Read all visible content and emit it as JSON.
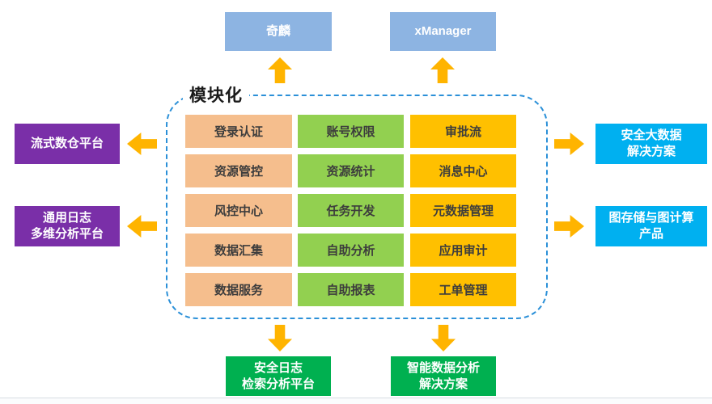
{
  "modules": {
    "label": "模块化",
    "columns": [
      {
        "name": "access-column",
        "color": "#F5BE8D",
        "items": [
          "登录认证",
          "资源管控",
          "风控中心",
          "数据汇集",
          "数据服务"
        ]
      },
      {
        "name": "data-column",
        "color": "#92D050",
        "items": [
          "账号权限",
          "资源统计",
          "任务开发",
          "自助分析",
          "自助报表"
        ]
      },
      {
        "name": "ops-column",
        "color": "#FFC000",
        "items": [
          "审批流",
          "消息中心",
          "元数据管理",
          "应用审计",
          "工单管理"
        ]
      }
    ]
  },
  "top_systems": [
    {
      "label": "奇麟"
    },
    {
      "label": "xManager"
    }
  ],
  "left_platforms": [
    {
      "lines": [
        "流式数仓平台"
      ]
    },
    {
      "lines": [
        "通用日志",
        "多维分析平台"
      ]
    }
  ],
  "right_solutions": [
    {
      "lines": [
        "安全大数据",
        "解决方案"
      ]
    },
    {
      "lines": [
        "图存储与图计算",
        "产品"
      ]
    }
  ],
  "bottom_platforms": [
    {
      "lines": [
        "安全日志",
        "检索分析平台"
      ]
    },
    {
      "lines": [
        "智能数据分析",
        "解决方案"
      ]
    }
  ],
  "colors": {
    "module_access": "#F5BE8D",
    "module_data": "#92D050",
    "module_ops": "#FFC000",
    "top_box": "#8DB4E2",
    "left_box": "#7A2FA8",
    "right_box": "#00B0F0",
    "bottom_box": "#00B050",
    "arrow": "#FFB400",
    "dashed_border": "#2B90D8"
  }
}
